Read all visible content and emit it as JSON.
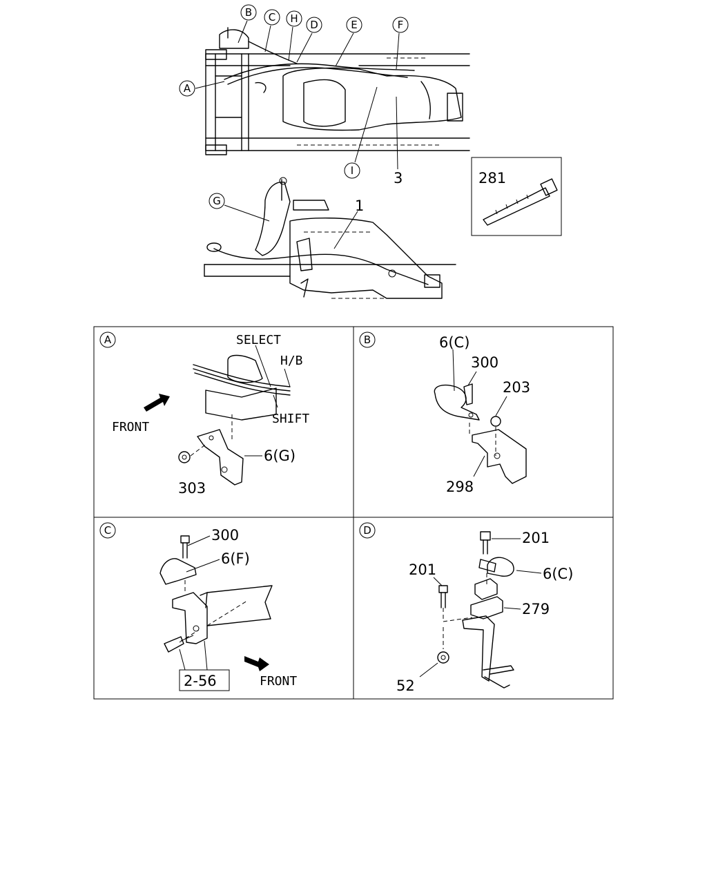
{
  "callouts": {
    "A": "A",
    "B": "B",
    "C": "C",
    "D": "D",
    "E": "E",
    "F": "F",
    "G": "G",
    "H": "H",
    "I": "I"
  },
  "parts": {
    "p1": "1",
    "p3": "3",
    "p281": "281",
    "p300": "300",
    "p203": "203",
    "p298": "298",
    "p303": "303",
    "p201": "201",
    "p279": "279",
    "p52": "52",
    "p6G": "6(G)",
    "p6C": "6(C)",
    "p6F": "6(F)"
  },
  "detail_labels": {
    "select": "SELECT",
    "hb": "H/B",
    "shift": "SHIFT",
    "front": "FRONT",
    "ref": "2-56"
  },
  "panels": [
    "A",
    "B",
    "C",
    "D"
  ]
}
